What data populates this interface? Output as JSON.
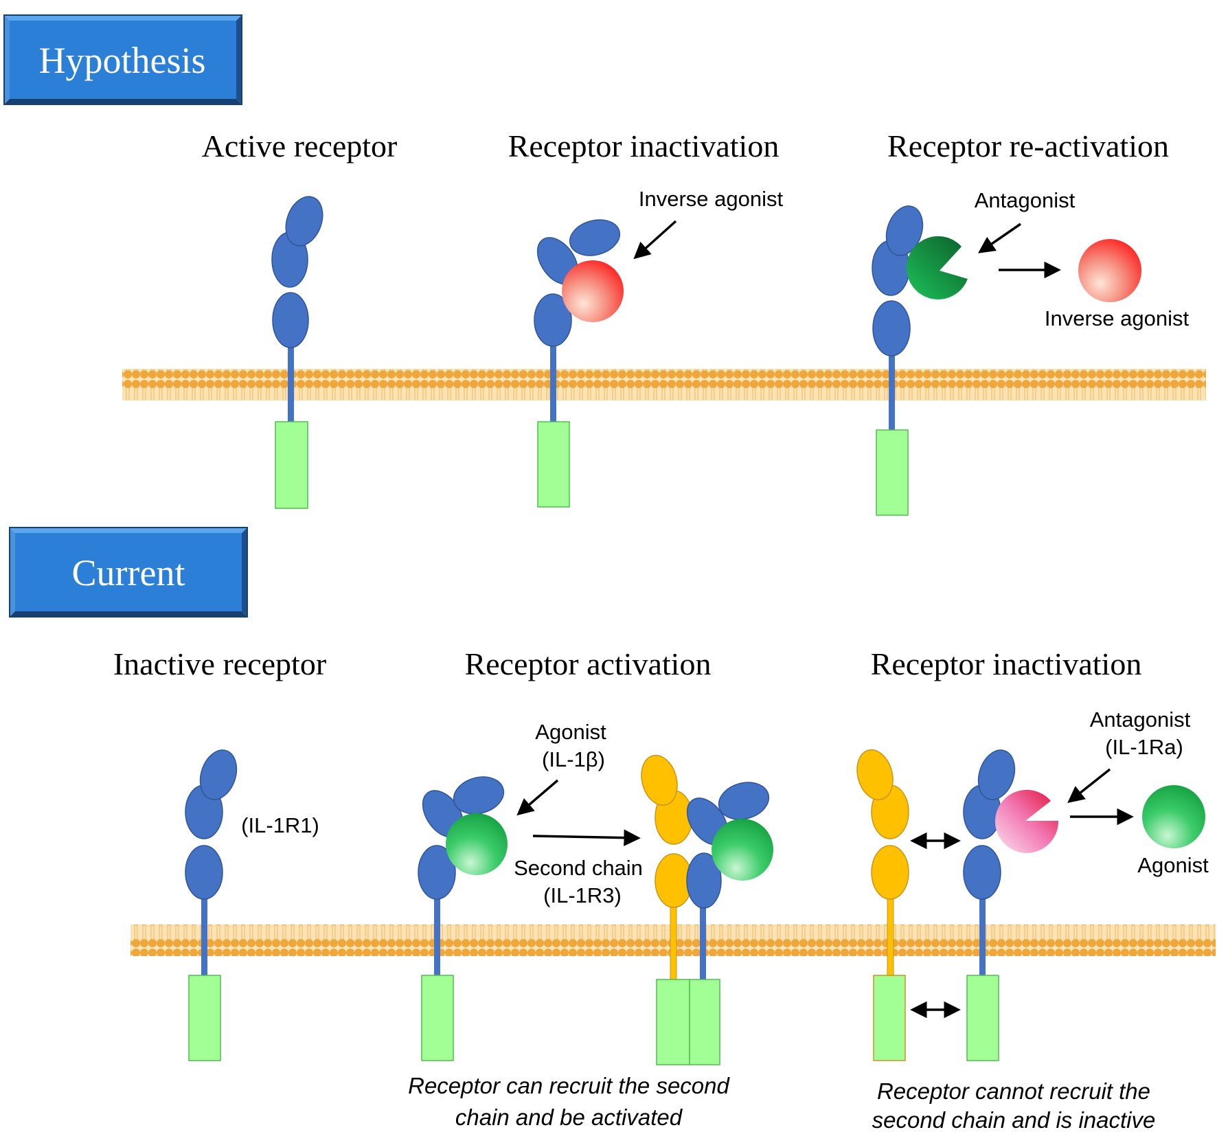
{
  "banners": {
    "hypothesis": "Hypothesis",
    "current": "Current"
  },
  "hypothesis": {
    "active": {
      "title": "Active receptor"
    },
    "inactivation": {
      "title": "Receptor inactivation",
      "inverse_agonist_label": "Inverse agonist"
    },
    "reactivation": {
      "title": "Receptor re-activation",
      "antagonist_label": "Antagonist",
      "inverse_agonist_label": "Inverse agonist"
    }
  },
  "current": {
    "inactive": {
      "title": "Inactive receptor",
      "receptor_label": "(IL-1R1)"
    },
    "activation": {
      "title": "Receptor activation",
      "agonist_label_1": "Agonist",
      "agonist_label_2": "(IL-1β)",
      "second_chain_label_1": "Second chain",
      "second_chain_label_2": "(IL-1R3)",
      "caption_1": "Receptor can recruit the second",
      "caption_2": "chain and be activated"
    },
    "inactivation": {
      "title": "Receptor inactivation",
      "antagonist_label_1": "Antagonist",
      "antagonist_label_2": "(IL-1Ra)",
      "agonist_label": "Agonist",
      "caption_1": "Receptor cannot recruit the",
      "caption_2": "second chain and is inactive"
    }
  },
  "colors": {
    "banner_fill": "#2b7fd6",
    "banner_bevel_dark": "#1c4f8c",
    "banner_bevel_light": "#5aa6ef",
    "receptor_blue": "#4472c4",
    "receptor_blue_edge": "#2f5597",
    "second_chain_yellow": "#ffc000",
    "second_chain_edge": "#c8961a",
    "intracellular_green": "#a2ff95",
    "intracellular_green_edge": "#4fbf4f",
    "membrane_orange": "#f0a83a",
    "membrane_light": "#ffe6b8",
    "inverse_agonist_red": "#ff1a1a",
    "antagonist_green": "#18a04a",
    "antagonist_pink": "#e8208a",
    "agonist_green": "#16b84a"
  }
}
